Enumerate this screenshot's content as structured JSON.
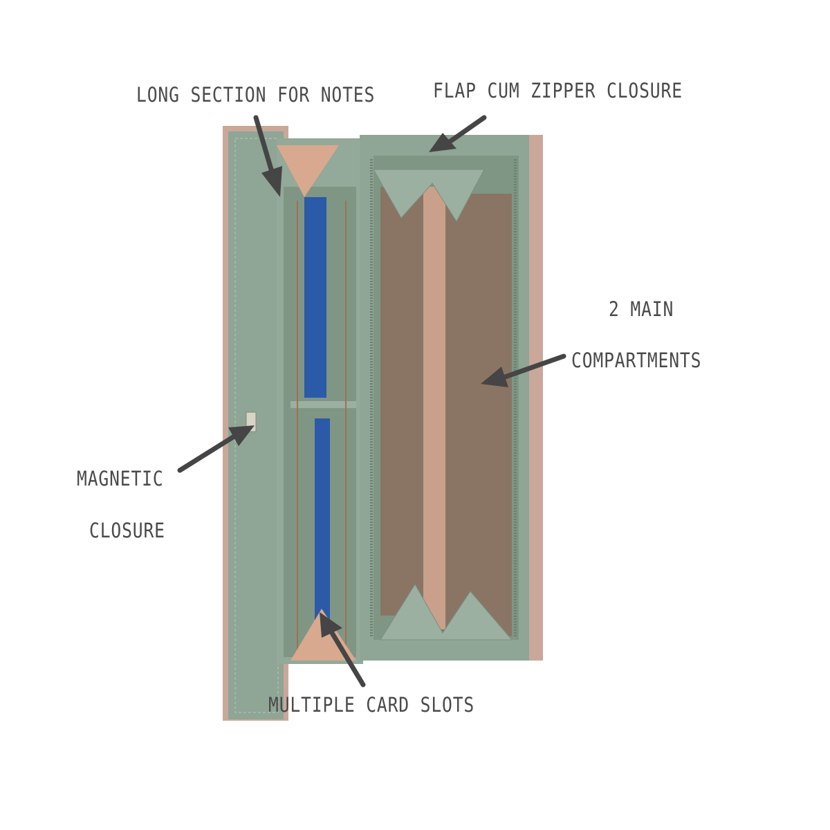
{
  "labels": {
    "notes": "LONG SECTION FOR NOTES",
    "zipper": "FLAP CUM ZIPPER CLOSURE",
    "main_line1": "2 MAIN",
    "main_line2": "COMPARTMENTS",
    "magnetic_line1": "MAGNETIC",
    "magnetic_line2": "CLOSURE",
    "cards": "MULTIPLE CARD SLOTS"
  },
  "colors": {
    "wallet_green": "#8fa595",
    "interior_brown": "#8a7565",
    "accent_pink": "#d9a98f",
    "arrow": "#454545",
    "card_blue": "#2a5aa8"
  }
}
